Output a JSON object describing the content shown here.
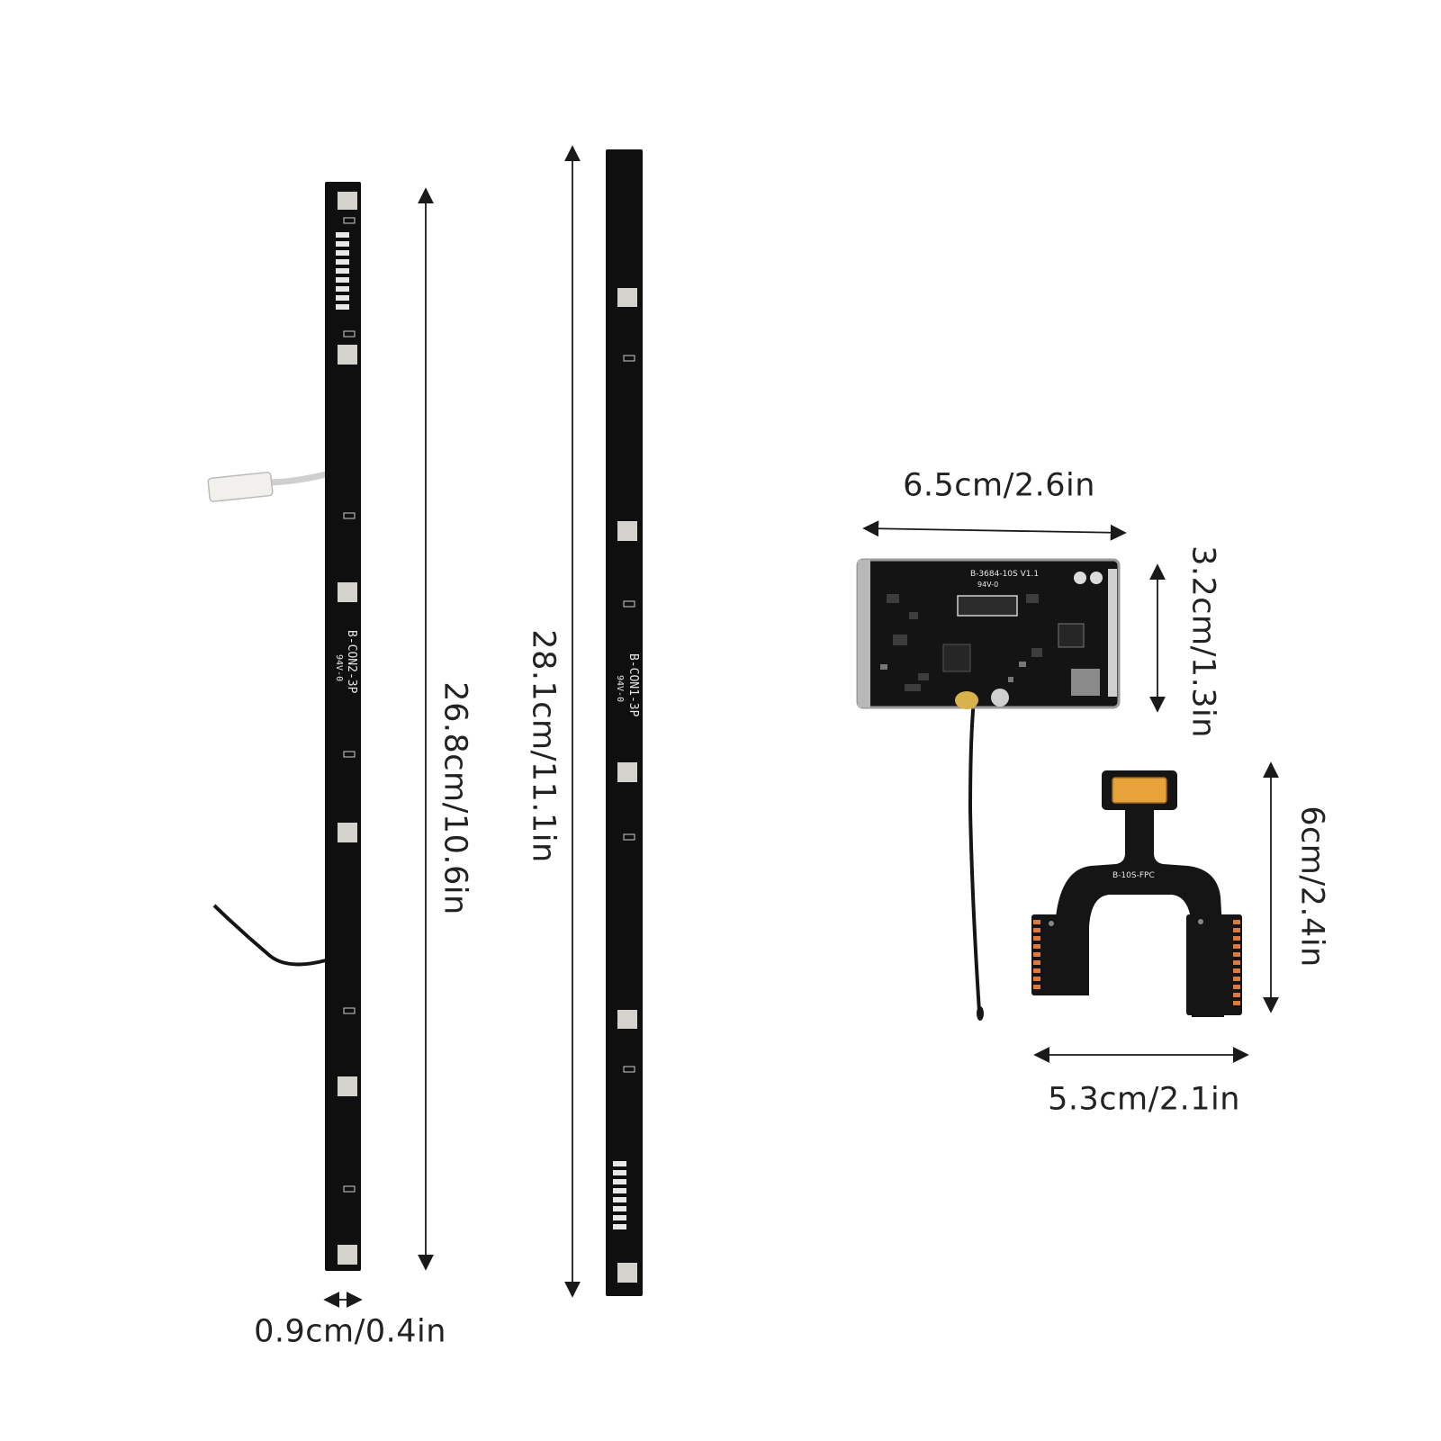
{
  "colors": {
    "board": "#0f0f10",
    "pad": "#d4d2cc",
    "line": "#1a1a1a",
    "fpc_pad": "#e07a3a",
    "flex_connector": "#e8a23a",
    "background": "#ffffff"
  },
  "dimensions": {
    "strip_left_length": "26.8cm/10.6in",
    "strip_right_length": "28.1cm/11.1in",
    "strip_width": "0.9cm/0.4in",
    "bms_width": "6.5cm/2.6in",
    "bms_height": "3.2cm/1.3in",
    "fpc_height": "6cm/2.4in",
    "fpc_width": "5.3cm/2.1in"
  },
  "board_labels": {
    "left_strip": "B-CON2-3P",
    "left_strip_rating": "94V-0",
    "right_strip": "B-CON1-3P",
    "right_strip_rating": "94V-0",
    "bms_model": "B-3684-10S V1.1",
    "bms_rating": "94V-0",
    "fpc_model": "B-10S-FPC"
  }
}
